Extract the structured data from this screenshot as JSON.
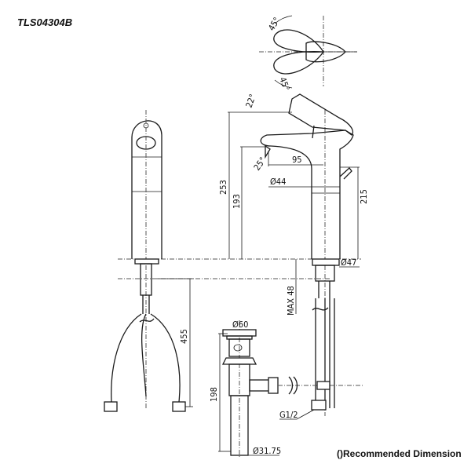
{
  "title": "TLS04304B",
  "top_view": {
    "angle_upper": "45°",
    "angle_lower": "45°"
  },
  "side_view": {
    "lever_angle": "22°",
    "spout_angle": "25°",
    "spout_reach": "95",
    "total_height": "253",
    "spout_height": "193",
    "body_height": "215",
    "body_diameter": "Ø44",
    "base_diameter": "Ø47",
    "max_counter_thickness": "MAX 48"
  },
  "front_view": {
    "hose_length": "455"
  },
  "drain": {
    "cap_diameter": "Ø60",
    "height": "198",
    "tail_diameter": "Ø31.75",
    "connection": "G1/2"
  },
  "note": "()Recommended Dimension"
}
